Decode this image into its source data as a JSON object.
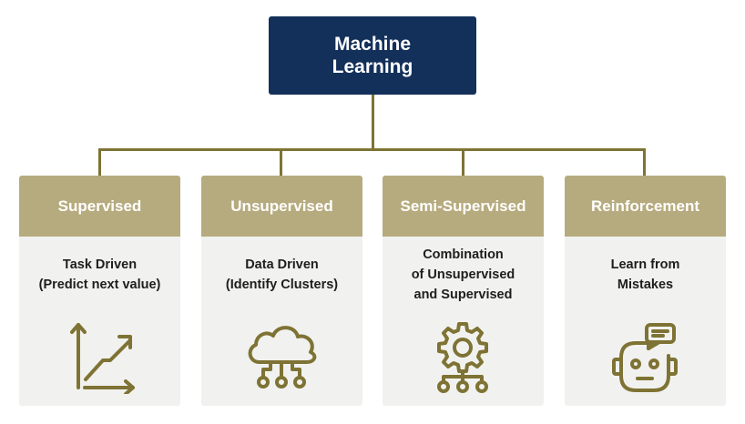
{
  "root": {
    "title_line1": "Machine",
    "title_line2": "Learning"
  },
  "colors": {
    "root_bg": "#13305a",
    "header_bg": "#b6ab7e",
    "card_bg": "#f1f2ef",
    "connector": "#7e7334",
    "icon": "#7e7334"
  },
  "cards": [
    {
      "title": "Supervised",
      "desc": [
        "Task Driven",
        "(Predict next value)"
      ],
      "icon": "growth-chart-icon"
    },
    {
      "title": "Unsupervised",
      "desc": [
        "Data Driven",
        "(Identify Clusters)"
      ],
      "icon": "cloud-network-icon"
    },
    {
      "title": "Semi-Supervised",
      "desc": [
        "Combination",
        "of Unsupervised",
        "and Supervised"
      ],
      "icon": "gear-network-icon"
    },
    {
      "title": "Reinforcement",
      "desc": [
        "Learn from",
        "Mistakes"
      ],
      "icon": "robot-chat-icon"
    }
  ]
}
